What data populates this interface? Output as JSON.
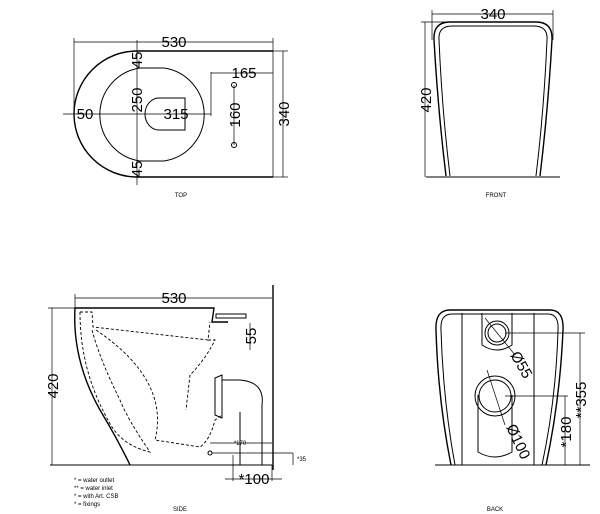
{
  "views": {
    "top": {
      "label": "TOP",
      "dims": {
        "length": "530",
        "width": "340",
        "rim_top": "45",
        "rim_bottom": "45",
        "bowl_width": "250",
        "rim_left": "50",
        "bowl_length": "315",
        "rear": "165",
        "fixings": "160"
      }
    },
    "front": {
      "label": "FRONT",
      "dims": {
        "width": "340",
        "height": "420"
      }
    },
    "side": {
      "label": "SIDE",
      "dims": {
        "length": "530",
        "height": "420",
        "inlet": "55",
        "outlet_dist": "*170",
        "outlet_height": "*35",
        "outlet": "*100"
      }
    },
    "back": {
      "label": "BACK",
      "dims": {
        "inlet_dia": "Ø55",
        "outlet_dia": "Ø100",
        "inlet_height": "**355",
        "outlet_height": "*180"
      }
    }
  },
  "legend": [
    "* = water outlet",
    "** = water inlet",
    "* = with Art. CSB",
    "* = fixings"
  ]
}
